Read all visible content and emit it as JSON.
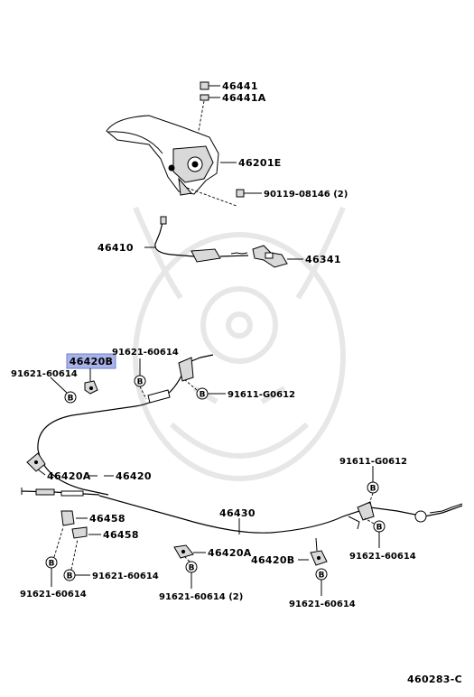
{
  "diagram": {
    "figure_code": "460283-C",
    "highlight_color": "#a9b3e8",
    "labels": {
      "l46441": "46441",
      "l46441A": "46441A",
      "l46201E": "46201E",
      "l90119": "90119-08146 (2)",
      "l46410": "46410",
      "l46341": "46341",
      "l46420B_sel": "46420B",
      "l91621_a": "91621-60614",
      "l91621_b": "91621-60614",
      "l91611_a": "91611-G0612",
      "l46420A_a": "46420A",
      "l46420": "46420",
      "l91611_b": "91611-G0612",
      "l46430": "46430",
      "l46458_a": "46458",
      "l46458_b": "46458",
      "l91621_c": "91621-60614",
      "l91621_d": "91621-60614",
      "l46420A_b": "46420A",
      "l46420B_b": "46420B",
      "l91621_e": "91621-60614",
      "l91621_f": "91621-60614 (2)",
      "l91621_g": "91621-60614"
    },
    "bolt_symbol": "B"
  }
}
